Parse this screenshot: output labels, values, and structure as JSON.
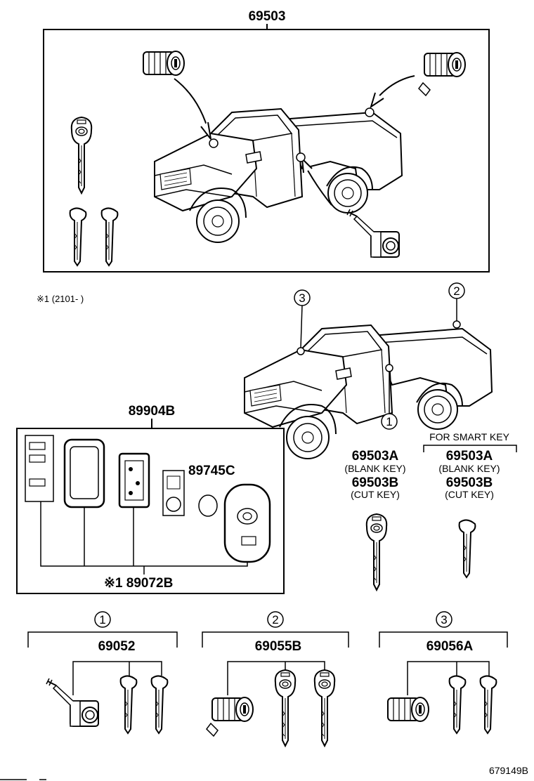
{
  "assembly": {
    "part_number": "69503"
  },
  "note": {
    "text": "※1 (2101-      )"
  },
  "remote": {
    "part_number": "89904B",
    "battery_part_number": "89745C",
    "transmitter_part_number": "※1 89072B"
  },
  "keys": {
    "standard": {
      "blank": "69503A",
      "blank_label": "(BLANK KEY)",
      "cut": "69503B",
      "cut_label": "(CUT KEY)"
    },
    "smart": {
      "header": "FOR SMART KEY",
      "blank": "69503A",
      "blank_label": "(BLANK KEY)",
      "cut": "69503B",
      "cut_label": "(CUT KEY)"
    }
  },
  "callouts": [
    "1",
    "2",
    "3"
  ],
  "cylinder_sets": [
    {
      "index": "1",
      "part_number": "69052"
    },
    {
      "index": "2",
      "part_number": "69055B"
    },
    {
      "index": "3",
      "part_number": "69056A"
    }
  ],
  "illustration_id": "679149B"
}
